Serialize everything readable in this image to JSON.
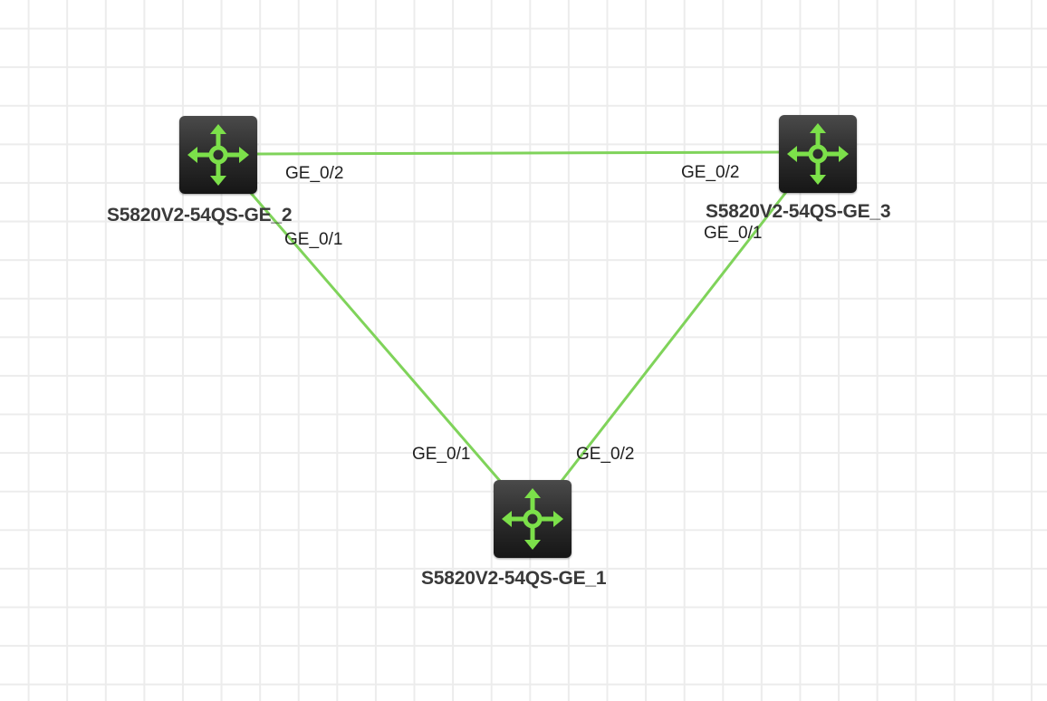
{
  "colors": {
    "link": "#7fd35a",
    "icon_accent": "#7ce04a",
    "device_body": "#2a2a2a"
  },
  "devices": [
    {
      "id": "sw2",
      "name": "S5820V2-54QS-GE_2",
      "icon": "router-switch-icon"
    },
    {
      "id": "sw3",
      "name": "S5820V2-54QS-GE_3",
      "icon": "router-switch-icon"
    },
    {
      "id": "sw1",
      "name": "S5820V2-54QS-GE_1",
      "icon": "router-switch-icon"
    }
  ],
  "links": [
    {
      "from": "sw2",
      "from_port": "GE_0/2",
      "to": "sw3",
      "to_port": "GE_0/2"
    },
    {
      "from": "sw2",
      "from_port": "GE_0/1",
      "to": "sw1",
      "to_port": "GE_0/1"
    },
    {
      "from": "sw3",
      "from_port": "GE_0/1",
      "to": "sw1",
      "to_port": "GE_0/2"
    }
  ]
}
